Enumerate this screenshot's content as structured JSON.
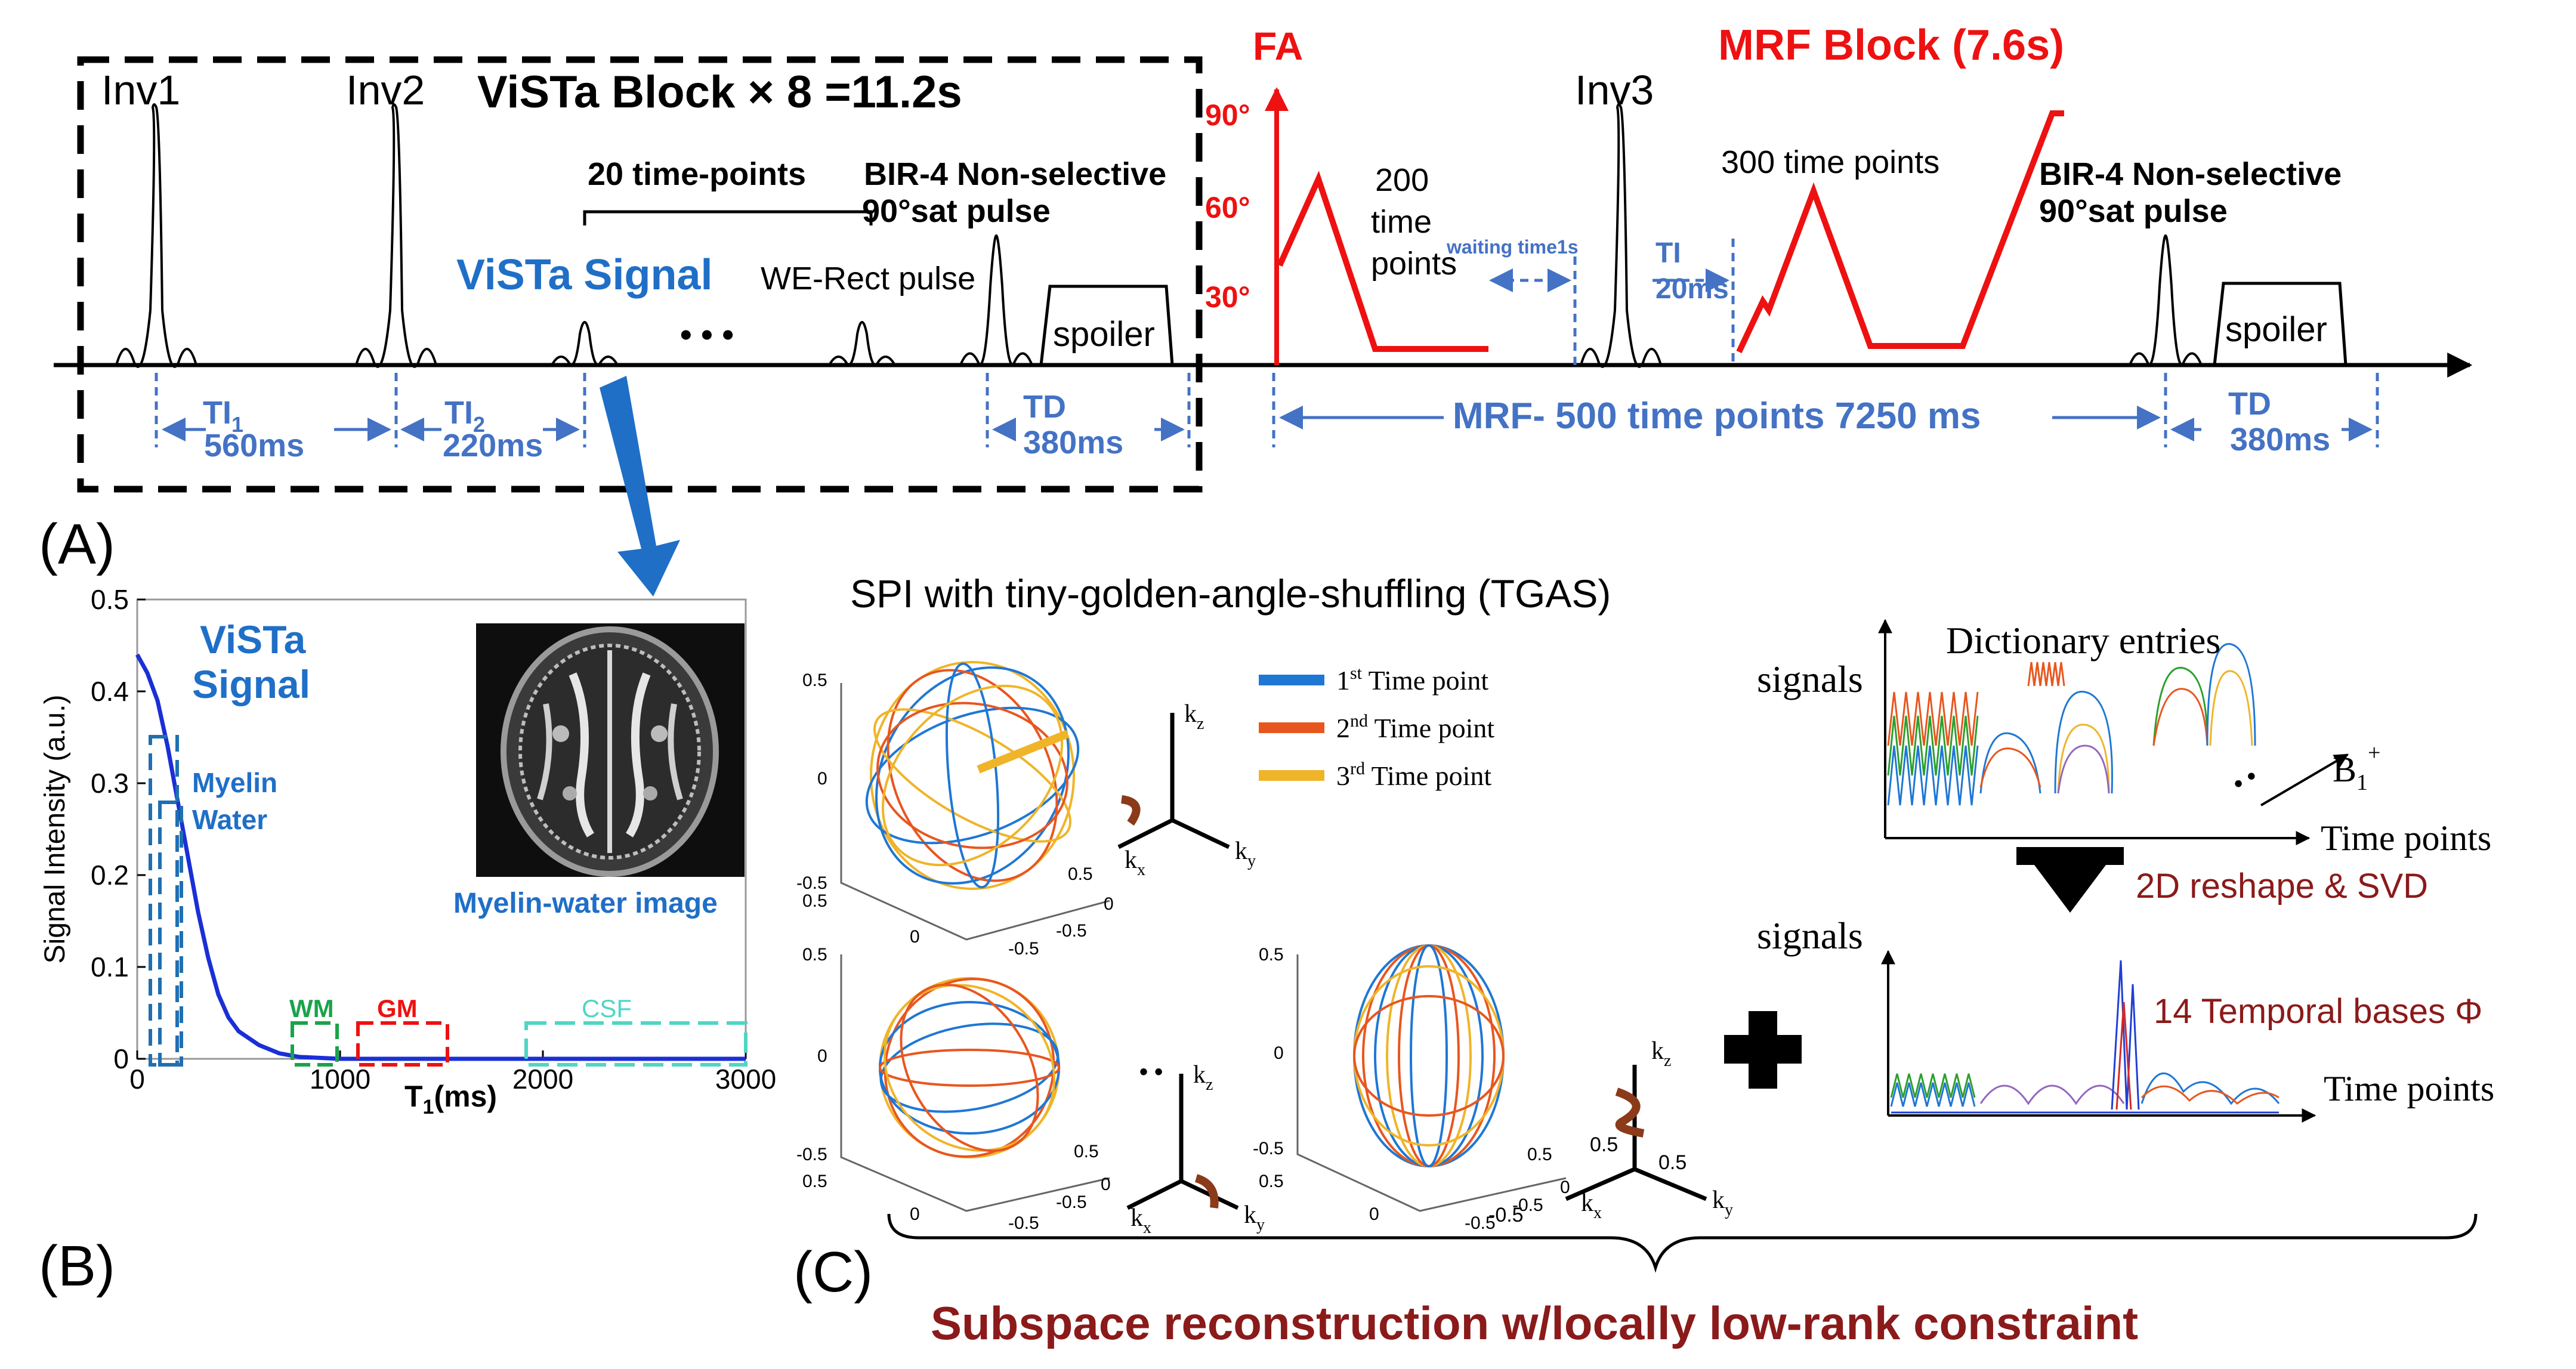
{
  "panelA": {
    "panel_label": "(A)",
    "vista_title": "ViSTa Block × 8 =11.2s",
    "inv1": "Inv1",
    "inv2": "Inv2",
    "inv3": "Inv3",
    "vista_signal": "ViSTa Signal",
    "time_points_20": "20 time-points",
    "bir4_line1": "BIR-4 Non-selective",
    "bir4_line2": "90°sat pulse",
    "we_rect": "WE-Rect pulse",
    "ellipsis": "• • •",
    "spoiler": "spoiler",
    "ti1_label": "TI",
    "ti1_sub": "1",
    "ti1_value": "560ms",
    "ti2_label": "TI",
    "ti2_sub": "2",
    "ti2_value": "220ms",
    "td_label": "TD",
    "td_value": "380ms",
    "fa_label": "FA",
    "fa_90": "90°",
    "fa_60": "60°",
    "fa_30": "30°",
    "mrf_block_title": "MRF Block (7.6s)",
    "tp200_1": "200",
    "tp200_2": "time",
    "tp200_3": "points",
    "waiting_time": "waiting time1s",
    "ti_label": "TI",
    "ti_value": "20ms",
    "tp300": "300 time points",
    "mrf_span": "MRF- 500 time points 7250 ms",
    "colors": {
      "blue_label": "#4472C4",
      "red": "#ee1111",
      "black": "#000000"
    }
  },
  "panelB": {
    "panel_label": "(B)",
    "vista_signal_1": "ViSTa",
    "vista_signal_2": "Signal",
    "myelin_1": "Myelin",
    "myelin_2": "Water",
    "wm": "WM",
    "gm": "GM",
    "csf": "CSF",
    "myelin_image_caption": "Myelin-water image",
    "colors": {
      "curve": "#1a2fd6",
      "myelin_box": "#1f6fb2",
      "wm": "#1aa34a",
      "gm": "#ee1111",
      "csf": "#4fd6c4"
    }
  },
  "panelC": {
    "panel_label": "(C)",
    "spi_title": "SPI with tiny-golden-angle-shuffling (TGAS)",
    "legend": [
      {
        "ord": "1",
        "sup": "st",
        "label": " Time point",
        "color": "#1f77d4"
      },
      {
        "ord": "2",
        "sup": "nd",
        "label": " Time point",
        "color": "#e8561f"
      },
      {
        "ord": "3",
        "sup": "rd",
        "label": " Time point",
        "color": "#f0b429"
      }
    ],
    "axis_kx": "k",
    "axis_ky": "k",
    "axis_kz": "k",
    "sub_x": "x",
    "sub_y": "y",
    "sub_z": "z",
    "tick_05": "0.5",
    "tick_0": "0",
    "tick_m05": "-0.5",
    "dots": "• •",
    "dict_entries": "Dictionary entries",
    "signals": "signals",
    "time_points": "Time  points",
    "b1": "B",
    "b1_sub": "1",
    "b1_sup": "+",
    "reshape": "2D reshape & SVD",
    "bases": "14 Temporal bases Φ",
    "subspace": "Subspace reconstruction w/locally low-rank constraint",
    "colors": {
      "dark_red": "#8b1a1a"
    }
  },
  "chart_data": {
    "type": "line",
    "x": [
      0,
      50,
      100,
      150,
      200,
      250,
      300,
      350,
      400,
      450,
      500,
      600,
      700,
      800,
      1000,
      1500,
      2000,
      2500,
      3000
    ],
    "series": [
      {
        "values": [
          0.44,
          0.42,
          0.39,
          0.34,
          0.28,
          0.22,
          0.16,
          0.11,
          0.07,
          0.045,
          0.03,
          0.015,
          0.006,
          0.002,
          0,
          0,
          0,
          0,
          0
        ]
      }
    ],
    "xlabel": "T1(ms)",
    "ylabel": "Signal Intensity  (a.u.)",
    "xlim": [
      0,
      3000
    ],
    "ylim": [
      0,
      0.5
    ],
    "x_ticks": [
      "0",
      "1000",
      "2000",
      "3000"
    ],
    "y_ticks": [
      "0",
      "0.1",
      "0.2",
      "0.3",
      "0.4",
      "0.5"
    ],
    "xlabel_main": "T",
    "xlabel_sub": "1",
    "xlabel_unit": "(ms)",
    "grid": false
  }
}
